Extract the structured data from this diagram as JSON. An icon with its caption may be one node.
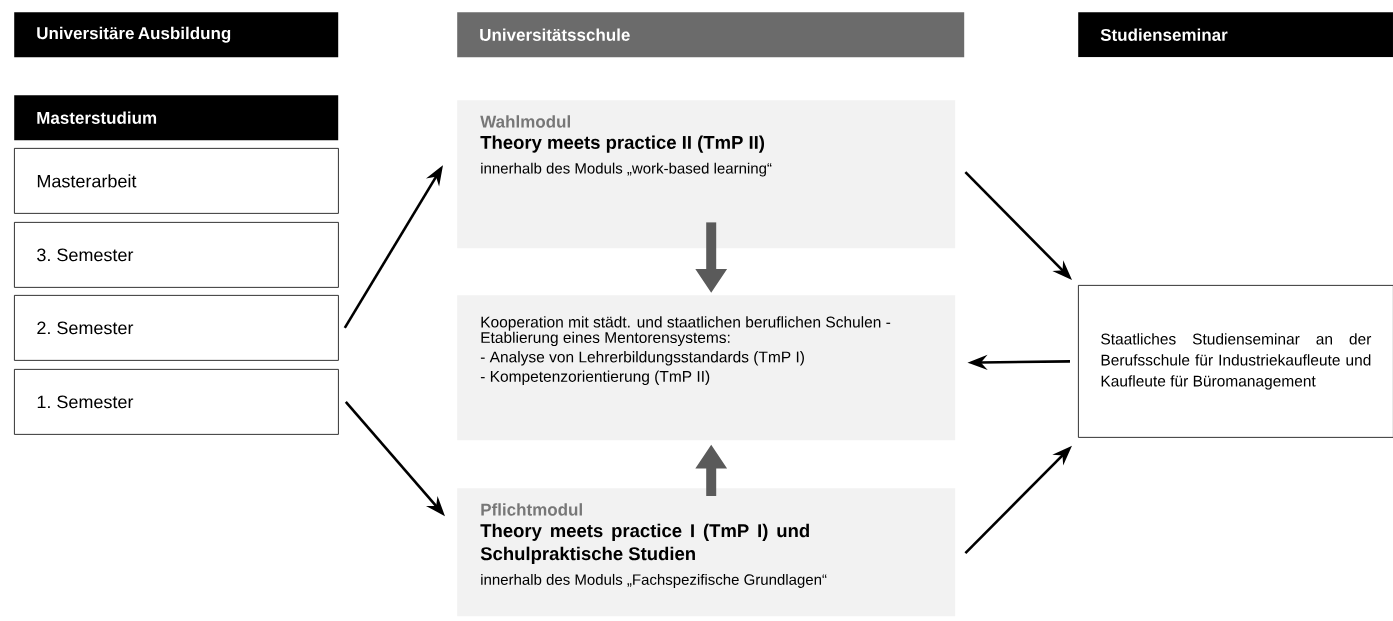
{
  "diagram": {
    "nodes": [
      {
        "text": [
          "Universitäre Ausbildung"
        ]
      },
      {
        "text": [
          "Universitätsschule"
        ]
      },
      {
        "text": [
          "Studienseminar"
        ]
      },
      {
        "text": [
          "Masterstudium"
        ]
      },
      {
        "text": [
          "Masterarbeit"
        ]
      },
      {
        "text": [
          "3. Semester"
        ]
      },
      {
        "text": [
          "2. Semester"
        ]
      },
      {
        "text": [
          "1. Semester"
        ]
      },
      {
        "text": [
          "Wahlmodul",
          "Theory meets practice II (TmP II)",
          "innerhalb des Moduls „work-based learning“"
        ]
      },
      {
        "text": [
          "Kooperation mit städt. und staatlichen beruflichen Schulen - Etablierung eines Mentorensystems:",
          "- Analyse von Lehrerbildungsstandards (TmP I)",
          "- Kompetenzorientierung (TmP II)"
        ]
      },
      {
        "text": [
          "Pflichtmodul",
          "Theory meets practice I (TmP I) und Schulpraktische Studien",
          "innerhalb des Moduls „Fachspezifische Grundlagen“"
        ]
      },
      {
        "text": [
          "Staatliches Studienseminar an der Berufsschule für Industriekaufleute und Kaufleute für Büromanagement"
        ]
      }
    ],
    "edges": [
      {
        "from": 6,
        "to": 8,
        "arrow": "to"
      },
      {
        "from": 7,
        "to": 10,
        "arrow": "to"
      },
      {
        "from": 8,
        "to": 11,
        "arrow": "to"
      },
      {
        "from": 10,
        "to": 11,
        "arrow": "to"
      },
      {
        "from": 11,
        "to": 9,
        "arrow": "to"
      },
      {
        "from": 8,
        "to": 9,
        "arrow": "to",
        "style": "thick",
        "color": "#5a5a5a"
      },
      {
        "from": 10,
        "to": 9,
        "arrow": "to",
        "style": "thick",
        "color": "#5a5a5a"
      }
    ]
  }
}
